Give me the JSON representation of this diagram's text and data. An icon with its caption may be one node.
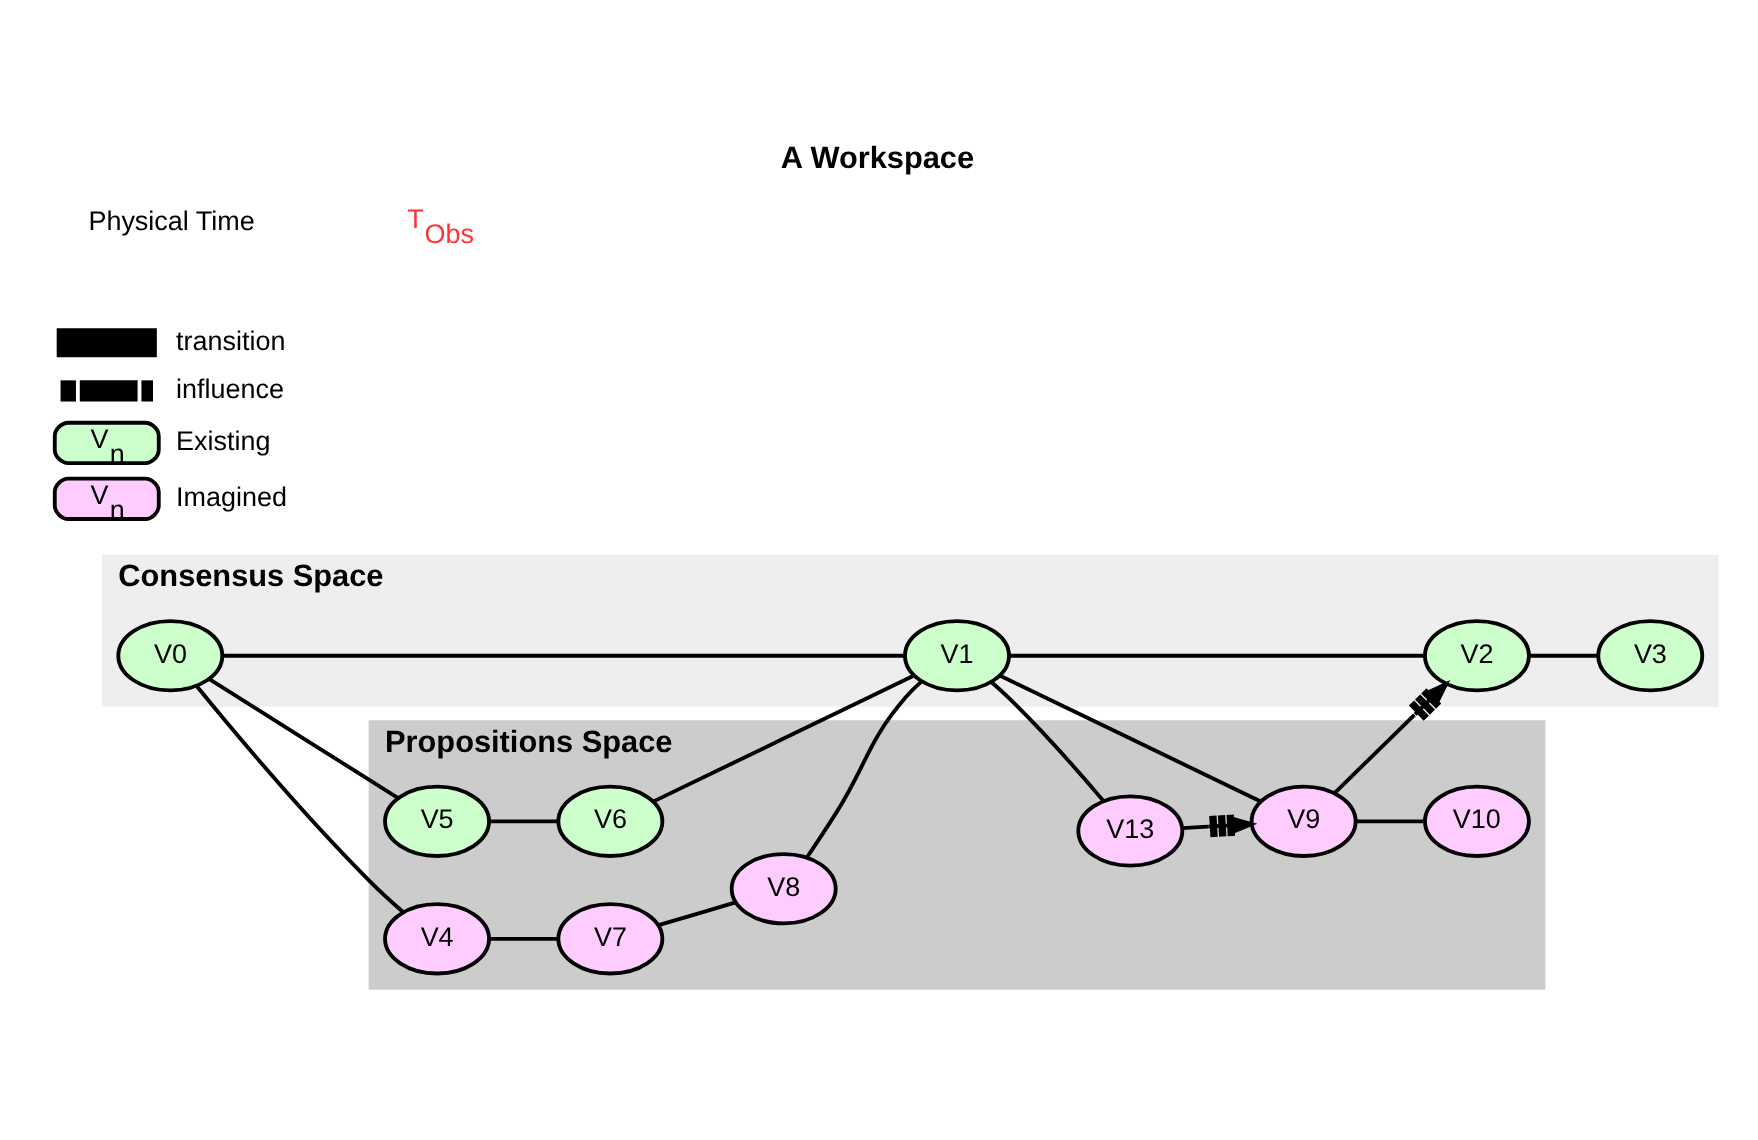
{
  "diagram": {
    "title": "A Workspace",
    "nodes": [
      {
        "text": [
          "Consensus Space"
        ]
      },
      {
        "text": [
          "V0"
        ],
        "in": 0
      },
      {
        "text": [
          "V1"
        ],
        "in": 0
      },
      {
        "text": [
          "V2"
        ],
        "in": 0
      },
      {
        "text": [
          "V3"
        ],
        "in": 0
      },
      {
        "text": [
          "Propositions Space"
        ]
      },
      {
        "text": [
          "V9"
        ],
        "in": 5
      },
      {
        "text": [
          "V10"
        ],
        "in": 5
      },
      {
        "text": [
          "V5"
        ],
        "in": 5
      },
      {
        "text": [
          "V6"
        ],
        "in": 5
      },
      {
        "text": [
          "V13"
        ],
        "in": 5
      },
      {
        "text": [
          "V4"
        ],
        "in": 5
      },
      {
        "text": [
          "V7"
        ],
        "in": 5
      },
      {
        "text": [
          "V8"
        ],
        "in": 5
      }
    ],
    "edges": [
      {
        "from": 1,
        "to": 2,
        "arrow": "none"
      },
      {
        "from": 2,
        "to": 3,
        "arrow": "none"
      },
      {
        "from": 3,
        "to": 4,
        "arrow": "none"
      },
      {
        "from": 1,
        "to": 8,
        "arrow": "none"
      },
      {
        "from": 8,
        "to": 9,
        "arrow": "none"
      },
      {
        "from": 9,
        "to": 2,
        "arrow": "none"
      },
      {
        "from": 1,
        "to": 11,
        "arrow": "none"
      },
      {
        "from": 11,
        "to": 12,
        "arrow": "none"
      },
      {
        "from": 12,
        "to": 13,
        "arrow": "none"
      },
      {
        "from": 13,
        "to": 2,
        "arrow": "none"
      },
      {
        "from": 2,
        "to": 10,
        "arrow": "none"
      },
      {
        "from": 2,
        "to": 6,
        "arrow": "none"
      },
      {
        "from": 6,
        "to": 7,
        "arrow": "none"
      },
      {
        "from": 10,
        "to": 6,
        "arrow": "to"
      },
      {
        "from": 6,
        "to": 3,
        "arrow": "to"
      }
    ],
    "labels": [
      "V$_{n}$",
      "V$_{n}$",
      "Physical Time",
      "T$_{Obs}$"
    ],
    "legend": [
      {
        "text": "transition"
      },
      {
        "text": "influence"
      },
      {
        "text": "Existing",
        "color": "#ccffcc"
      },
      {
        "text": "Imagined",
        "color": "#ffccff"
      }
    ]
  }
}
